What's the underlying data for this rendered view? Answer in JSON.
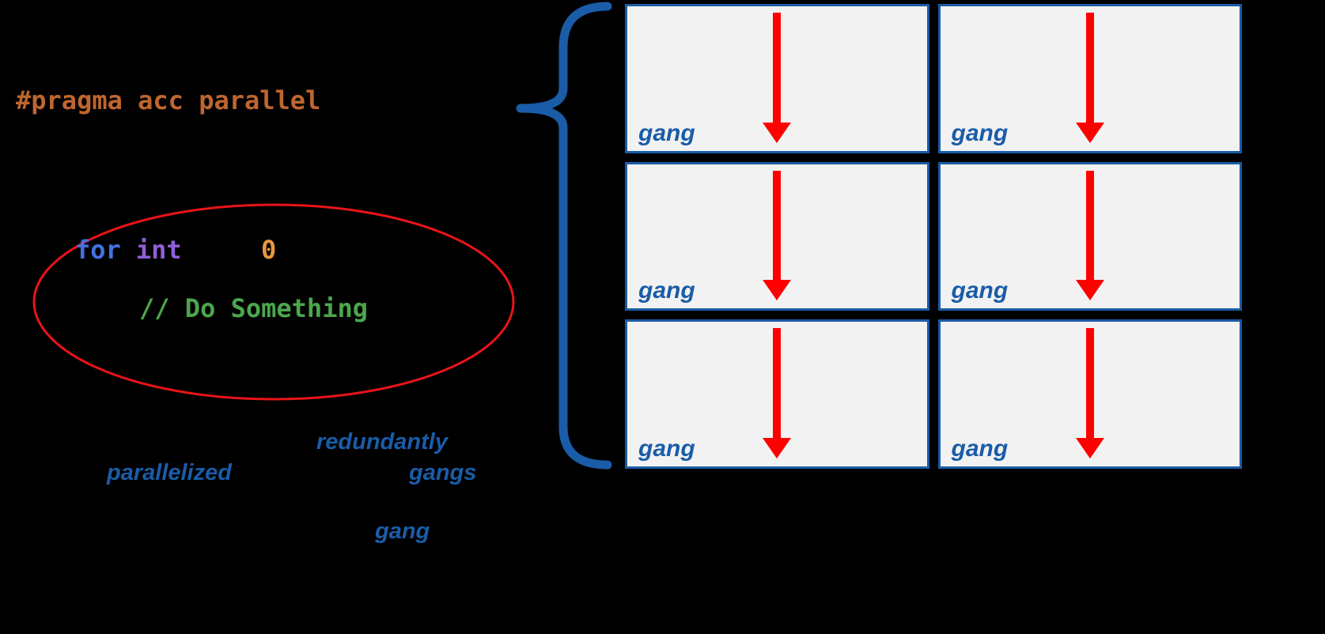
{
  "colors": {
    "background": "#000000",
    "pragma": "#BE662F",
    "keyword_for": "#4470E0",
    "keyword_int": "#8F5FD8",
    "number": "#E8973F",
    "comment": "#4CA64C",
    "blue_label": "#1A5CA8",
    "box_border": "#1A5CA8",
    "box_fill": "#F2F2F2",
    "arrow": "#FF0000",
    "ellipse": "#E81418",
    "brace": "#1A5CA8"
  },
  "code": {
    "pragma": "#pragma acc parallel",
    "keyword_for": "for",
    "keyword_int": "int",
    "number": "0",
    "comment": "// Do Something"
  },
  "annotations": {
    "redundantly": "redundantly",
    "parallelized": "parallelized",
    "gangs": "gangs",
    "gang": "gang"
  },
  "diagram": {
    "rows": 3,
    "cols": 2,
    "boxes": [
      {
        "label": "gang"
      },
      {
        "label": "gang"
      },
      {
        "label": "gang"
      },
      {
        "label": "gang"
      },
      {
        "label": "gang"
      },
      {
        "label": "gang"
      }
    ]
  }
}
